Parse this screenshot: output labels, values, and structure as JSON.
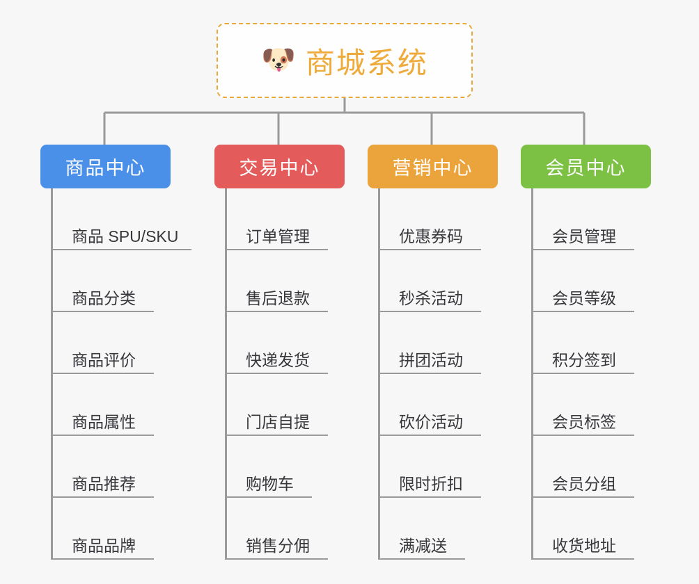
{
  "page": {
    "background_color": "#f7f7f7",
    "line_color": "#9a9a9a",
    "leaf_text_color": "#37373b"
  },
  "root": {
    "icon": "dog-face-emoji",
    "icon_glyph": "🐶",
    "title": "商城系统",
    "title_color": "#eeab3b",
    "border_color": "#e9a93a",
    "border_style": "dashed",
    "background_color": "#fefefe"
  },
  "branches": [
    {
      "id": "product-center",
      "label": "商品中心",
      "color": "#4a90e8",
      "leaves": [
        {
          "label": "商品 SPU/SKU",
          "underline_width": 202
        },
        {
          "label": "商品分类",
          "underline_width": 148
        },
        {
          "label": "商品评价",
          "underline_width": 148
        },
        {
          "label": "商品属性",
          "underline_width": 148
        },
        {
          "label": "商品推荐",
          "underline_width": 148
        },
        {
          "label": "商品品牌",
          "underline_width": 148
        }
      ]
    },
    {
      "id": "trade-center",
      "label": "交易中心",
      "color": "#e35b5b",
      "leaves": [
        {
          "label": "订单管理",
          "underline_width": 148
        },
        {
          "label": "售后退款",
          "underline_width": 148
        },
        {
          "label": "快递发货",
          "underline_width": 148
        },
        {
          "label": "门店自提",
          "underline_width": 148
        },
        {
          "label": "购物车",
          "underline_width": 125
        },
        {
          "label": "销售分佣",
          "underline_width": 148
        }
      ]
    },
    {
      "id": "marketing-center",
      "label": "营销中心",
      "color": "#eba43c",
      "leaves": [
        {
          "label": "优惠券码",
          "underline_width": 148
        },
        {
          "label": "秒杀活动",
          "underline_width": 148
        },
        {
          "label": "拼团活动",
          "underline_width": 148
        },
        {
          "label": "砍价活动",
          "underline_width": 148
        },
        {
          "label": "限时折扣",
          "underline_width": 148
        },
        {
          "label": "满减送",
          "underline_width": 125
        }
      ]
    },
    {
      "id": "member-center",
      "label": "会员中心",
      "color": "#7cc143",
      "leaves": [
        {
          "label": "会员管理",
          "underline_width": 148
        },
        {
          "label": "会员等级",
          "underline_width": 148
        },
        {
          "label": "积分签到",
          "underline_width": 148
        },
        {
          "label": "会员标签",
          "underline_width": 148
        },
        {
          "label": "会员分组",
          "underline_width": 148
        },
        {
          "label": "收货地址",
          "underline_width": 148
        }
      ]
    }
  ]
}
